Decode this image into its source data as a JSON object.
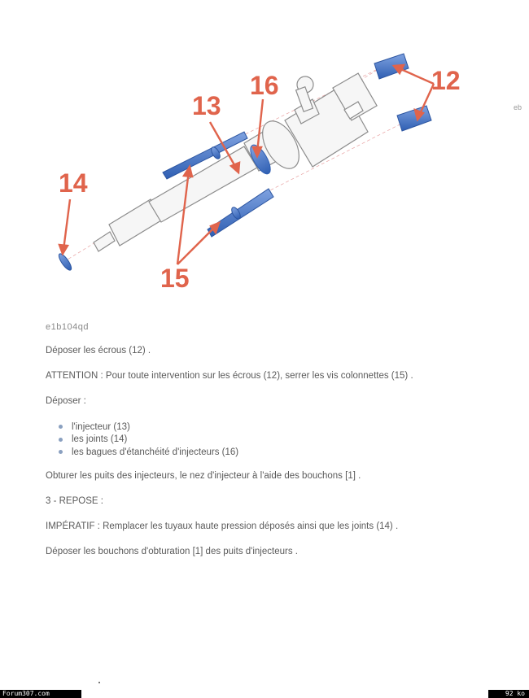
{
  "figure": {
    "callouts": {
      "c12": "12",
      "c13": "13",
      "c14": "14",
      "c15": "15",
      "c16": "16"
    },
    "caption": "e1b104qd",
    "side_mark": "eb",
    "colors": {
      "callout": "#e0644c",
      "part_blue": "#4a78c8",
      "outline": "#9a9a9a"
    }
  },
  "document": {
    "p1": "Déposer les écrous (12) .",
    "p2": "ATTENTION : Pour toute intervention sur les écrous (12), serrer les vis colonnettes (15) .",
    "p3": "Déposer :",
    "list": [
      "l'injecteur (13)",
      "les joints (14)",
      "les bagues d'étanchéité d'injecteurs (16)"
    ],
    "p4": "Obturer les puits des injecteurs, le nez d'injecteur à l'aide des bouchons [1] .",
    "p5": "3 - REPOSE :",
    "p6": "IMPÉRATIF : Remplacer les tuyaux haute pression déposés ainsi que les joints (14) .",
    "p7": "Déposer les bouchons d'obturation [1] des puits d'injecteurs ."
  },
  "footer": {
    "site": "Forum307.com",
    "size": "92 ko"
  }
}
